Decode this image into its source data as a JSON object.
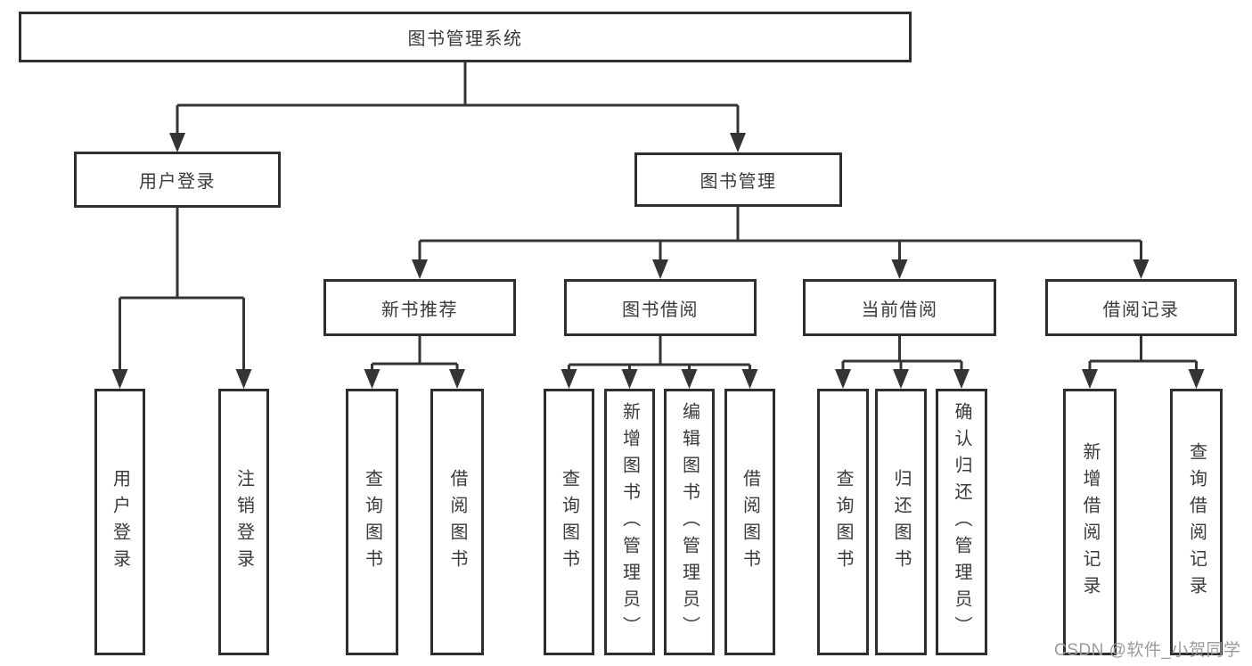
{
  "tree": {
    "label": "图书管理系统",
    "children": [
      {
        "label": "用户登录",
        "children": [
          {
            "label": "用户登录"
          },
          {
            "label": "注销登录"
          }
        ]
      },
      {
        "label": "图书管理",
        "children": [
          {
            "label": "新书推荐",
            "children": [
              {
                "label": "查询图书"
              },
              {
                "label": "借阅图书"
              }
            ]
          },
          {
            "label": "图书借阅",
            "children": [
              {
                "label": "查询图书"
              },
              {
                "label": "新增图书（管理员）"
              },
              {
                "label": "编辑图书（管理员）"
              },
              {
                "label": "借阅图书"
              }
            ]
          },
          {
            "label": "当前借阅",
            "children": [
              {
                "label": "查询图书"
              },
              {
                "label": "归还图书"
              },
              {
                "label": "确认归还（管理员）"
              }
            ]
          },
          {
            "label": "借阅记录",
            "children": [
              {
                "label": "新增借阅记录"
              },
              {
                "label": "查询借阅记录"
              }
            ]
          }
        ]
      }
    ]
  },
  "watermark": "CSDN @软件_小贺同学",
  "colors": {
    "line": "#343434",
    "box_border": "#2f2f2f",
    "text": "#3a3a3a",
    "watermark": "#9b9b9b",
    "background": "#ffffff"
  }
}
